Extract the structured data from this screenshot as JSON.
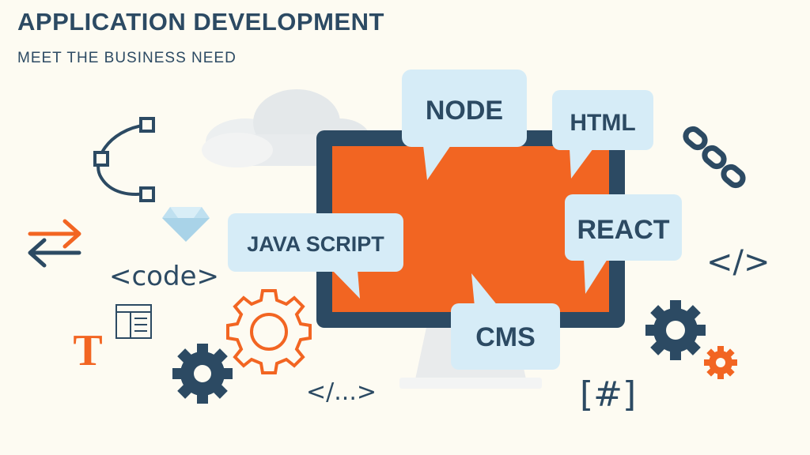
{
  "header": {
    "title": "APPLICATION DEVELOPMENT",
    "subtitle": "MEET THE BUSINESS NEED"
  },
  "bubbles": {
    "node": "NODE",
    "html": "HTML",
    "javascript": "JAVA SCRIPT",
    "react": "REACT",
    "cms": "CMS"
  },
  "symbols": {
    "code_tag": "<code>",
    "close_tag": "</>",
    "ellipsis_tag": "</...>",
    "hash_tag": "[#]",
    "font_letter": "T"
  },
  "colors": {
    "navy": "#2c4a63",
    "orange": "#f26522",
    "bubble": "#d6ecf7",
    "background": "#fdfbf2"
  }
}
